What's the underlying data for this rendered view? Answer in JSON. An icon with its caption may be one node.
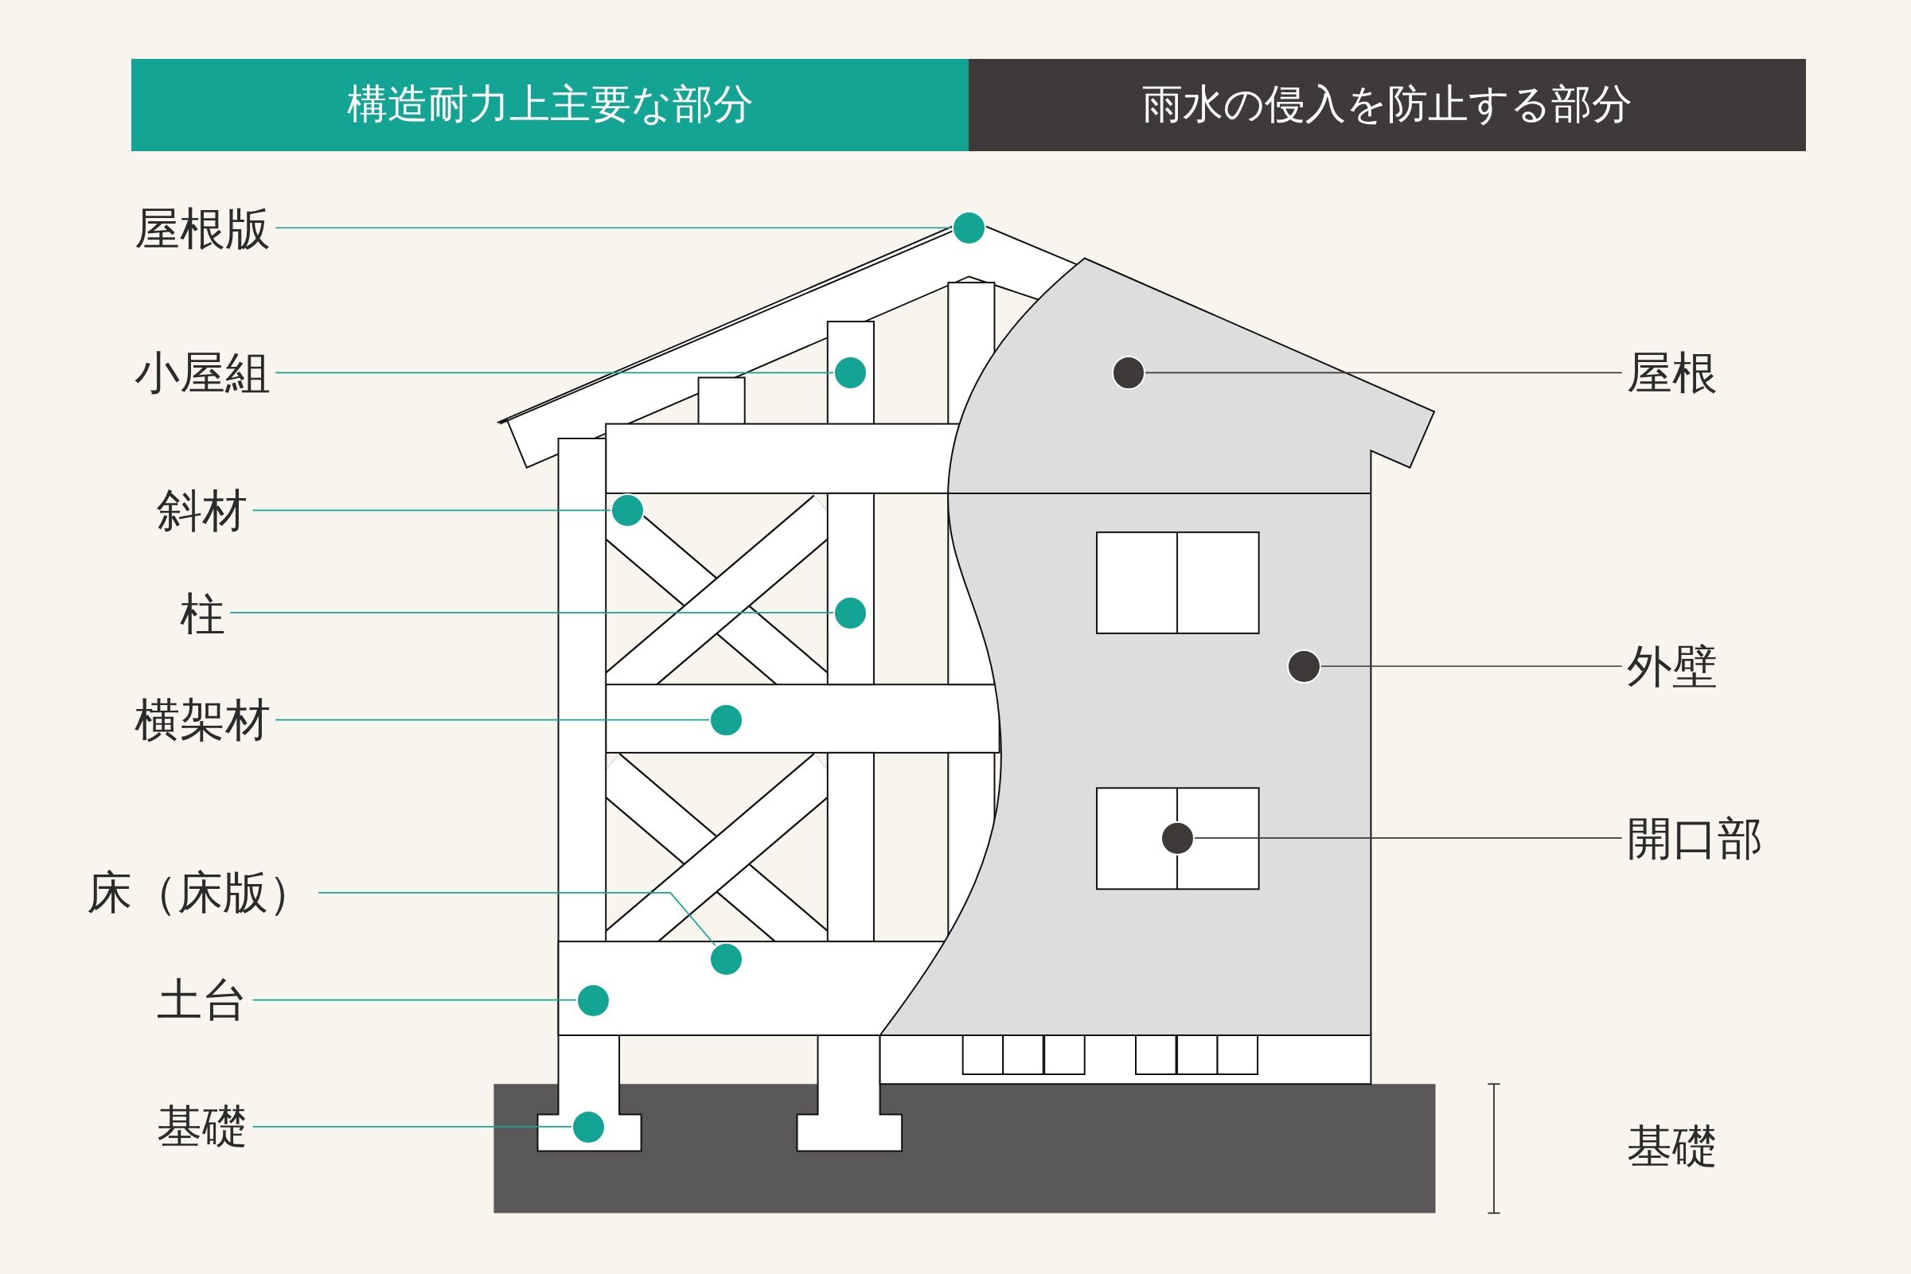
{
  "diagram": {
    "nodes": [
      {
        "text": [
          "構造耐力上主要な部分"
        ]
      },
      {
        "text": [
          "雨水の侵入を防止する部分"
        ]
      },
      {
        "text": [
          "屋根版"
        ]
      },
      {
        "text": [
          "小屋組"
        ]
      },
      {
        "text": [
          "斜材"
        ]
      },
      {
        "text": [
          "柱"
        ]
      },
      {
        "text": [
          "横架材"
        ]
      },
      {
        "text": [
          "床（床版）"
        ]
      },
      {
        "text": [
          "土台"
        ]
      },
      {
        "text": [
          "基礎"
        ]
      },
      {
        "text": [],
        "shape": "circle"
      },
      {
        "text": [],
        "shape": "circle"
      },
      {
        "text": [],
        "shape": "circle"
      },
      {
        "text": [],
        "shape": "circle"
      },
      {
        "text": [],
        "shape": "circle"
      },
      {
        "text": [],
        "shape": "circle"
      },
      {
        "text": [],
        "shape": "circle"
      },
      {
        "text": [],
        "shape": "circle"
      },
      {
        "text": [
          "屋根"
        ]
      },
      {
        "text": [
          "外壁"
        ]
      },
      {
        "text": [
          "開口部"
        ]
      },
      {
        "text": [],
        "shape": "circle"
      },
      {
        "text": [],
        "shape": "circle"
      },
      {
        "text": [],
        "shape": "circle"
      }
    ],
    "edges": [
      {
        "from": 2,
        "to": 10,
        "arrow": "none"
      },
      {
        "from": 3,
        "to": 11,
        "arrow": "none"
      },
      {
        "from": 4,
        "to": 12,
        "arrow": "none"
      },
      {
        "from": 5,
        "to": 13,
        "arrow": "none"
      },
      {
        "from": 6,
        "to": 14,
        "arrow": "none"
      },
      {
        "from": 7,
        "to": 15,
        "arrow": "none"
      },
      {
        "from": 8,
        "to": 16,
        "arrow": "none"
      },
      {
        "from": 9,
        "to": 17,
        "arrow": "none"
      },
      {
        "from": 18,
        "to": 21,
        "arrow": "none",
        "color": "#3d3a39"
      },
      {
        "from": 19,
        "to": 22,
        "arrow": "none",
        "color": "#3d3a39"
      },
      {
        "from": 20,
        "to": 23,
        "arrow": "none",
        "color": "#3d3a39"
      }
    ],
    "labels": [
      "基礎"
    ]
  }
}
